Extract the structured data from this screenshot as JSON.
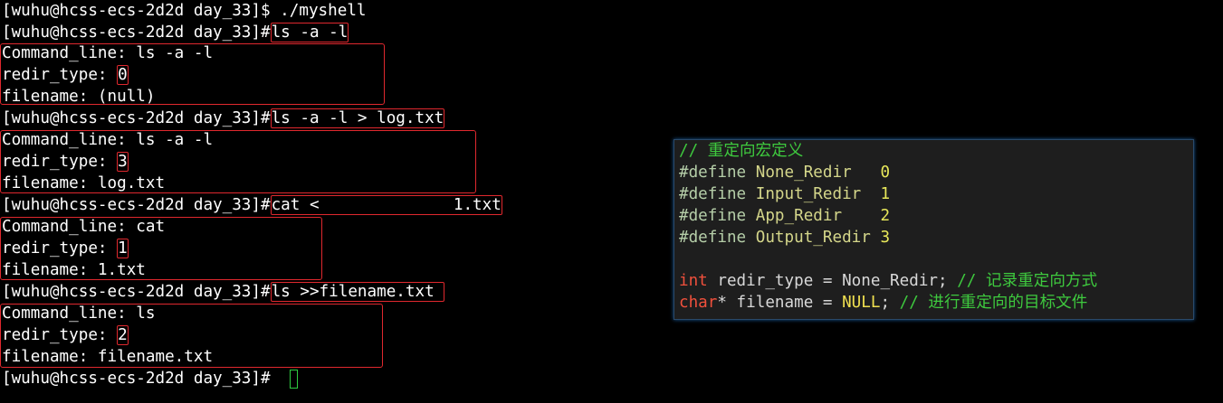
{
  "terminal": {
    "prompt": "[wuhu@hcss-ecs-2d2d day_33]",
    "session_start": {
      "prompt_symbol": "$",
      "command": " ./myshell"
    },
    "runs": [
      {
        "prompt_symbol": "#",
        "command": "ls -a -l",
        "command_line": "Command_line: ls -a -l",
        "redir_label": "redir_type: ",
        "redir_value": "0",
        "filename": "filename: (null)"
      },
      {
        "prompt_symbol": "#",
        "command": "ls -a -l > log.txt",
        "command_line": "Command_line: ls -a -l",
        "redir_label": "redir_type: ",
        "redir_value": "3",
        "filename": "filename: log.txt"
      },
      {
        "prompt_symbol": "#",
        "command": "cat <              1.txt",
        "command_line": "Command_line: cat",
        "redir_label": "redir_type: ",
        "redir_value": "1",
        "filename": "filename: 1.txt"
      },
      {
        "prompt_symbol": "#",
        "command": "ls >>filename.txt ",
        "command_line": "Command_line: ls",
        "redir_label": "redir_type: ",
        "redir_value": "2",
        "filename": "filename: filename.txt"
      }
    ],
    "final_prompt_symbol": "#"
  },
  "code": {
    "comment_title": "// 重定向宏定义",
    "defines": [
      {
        "keyword": "#define",
        "name": " None_Redir   ",
        "value": "0"
      },
      {
        "keyword": "#define",
        "name": " Input_Redir  ",
        "value": "1"
      },
      {
        "keyword": "#define",
        "name": " App_Redir    ",
        "value": "2"
      },
      {
        "keyword": "#define",
        "name": " Output_Redir ",
        "value": "3"
      }
    ],
    "var1": {
      "type": "int",
      "rest": " redir_type = None_Redir; ",
      "comment": "// 记录重定向方式"
    },
    "var2": {
      "type": "char",
      "rest": "* filename = ",
      "null": "NULL",
      "semi": "; ",
      "comment": "// 进行重定向的目标文件"
    }
  },
  "colors": {
    "highlight_box": "#e0282e",
    "cursor": "#2ecc40",
    "comment": "#3ec93e",
    "keyword_type": "#f0503c"
  }
}
